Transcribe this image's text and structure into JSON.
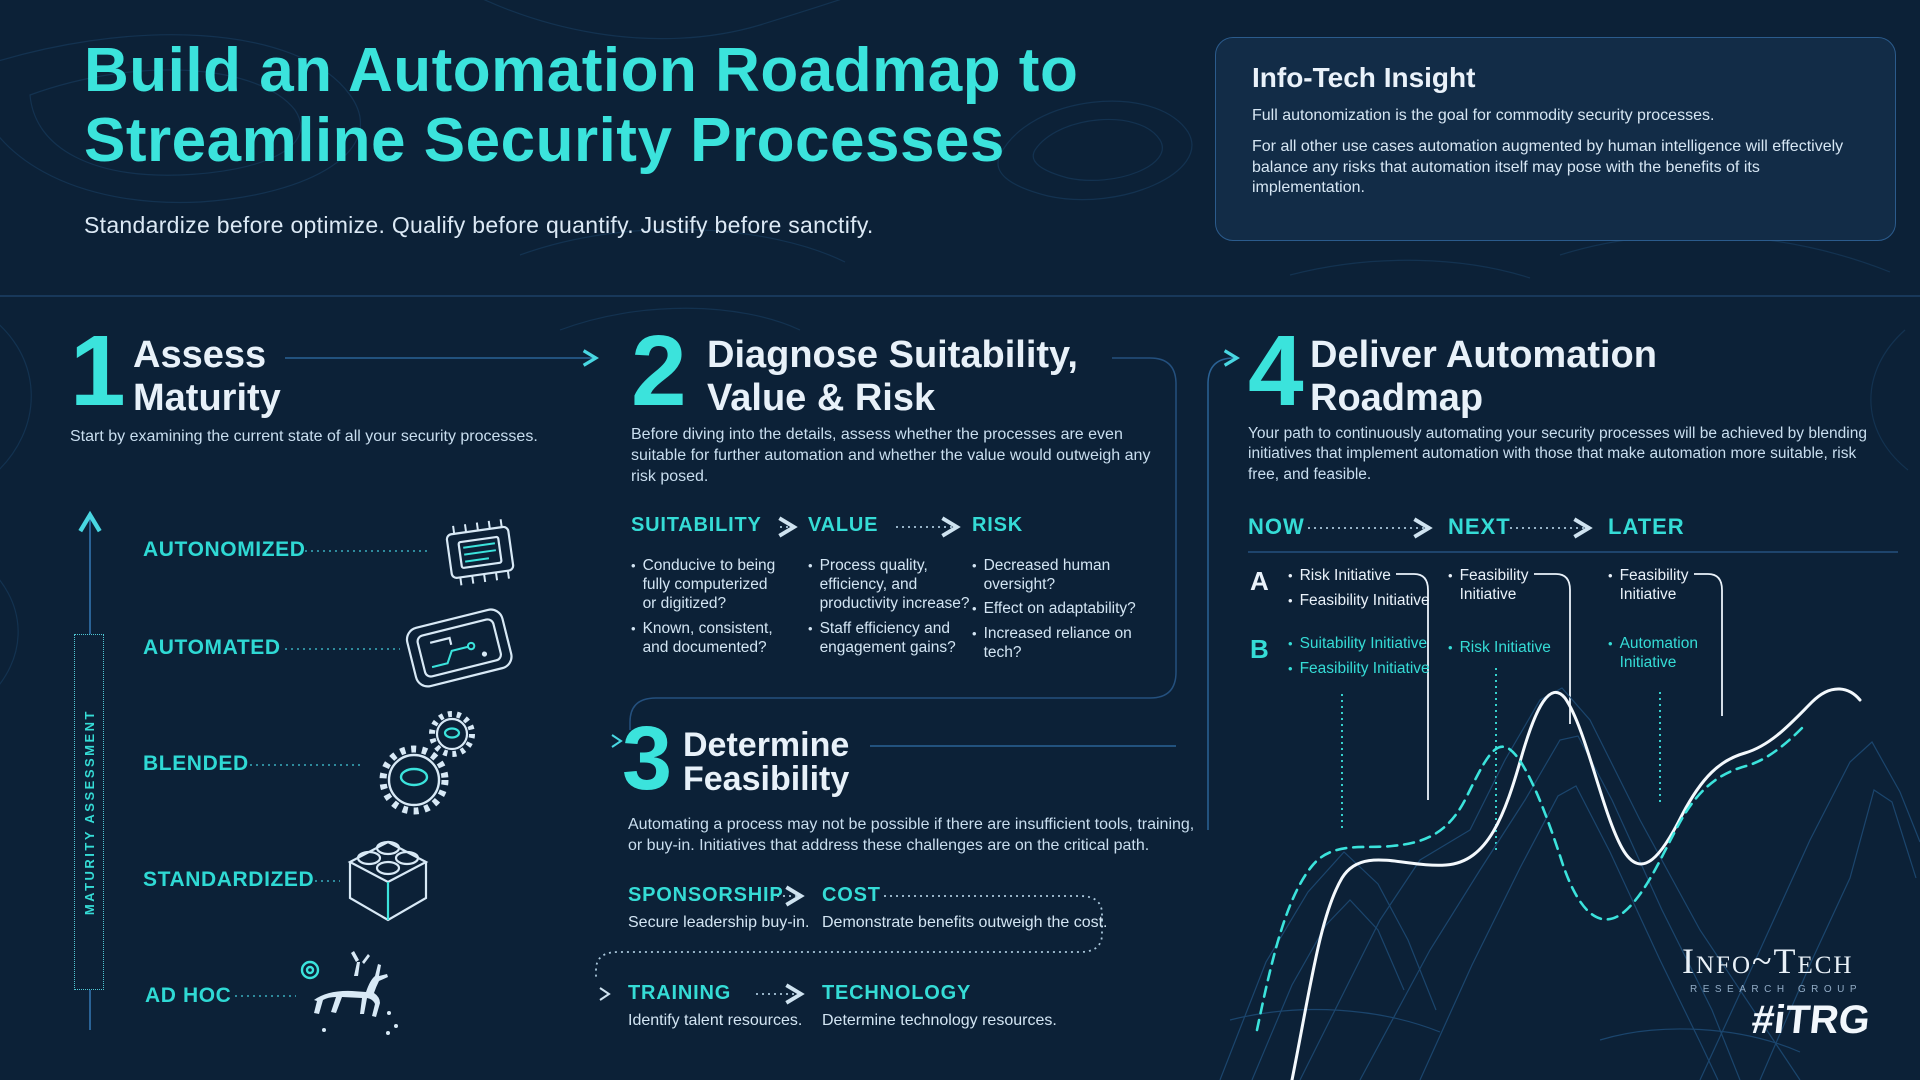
{
  "page": {
    "background": "#0C2137",
    "accent_cyan": "#3BE3DC",
    "line_blue": "#2A6295"
  },
  "header": {
    "title_line1": "Build an Automation Roadmap to",
    "title_line2": "Streamline Security Processes",
    "subtitle": "Standardize before optimize. Qualify before quantify.  Justify before sanctify.",
    "insight": {
      "title": "Info-Tech Insight",
      "p1": "Full autonomization is the goal for commodity security processes.",
      "p2": "For all other use cases automation augmented by human intelligence will effectively balance any risks that automation itself may pose with the benefits of its implementation."
    }
  },
  "step1": {
    "number": "1",
    "title_line1": "Assess",
    "title_line2": "Maturity",
    "description": "Start by examining the current state of all your security processes.",
    "axis_label": "MATURITY ASSESSMENT",
    "levels": [
      {
        "label": "AUTONOMIZED",
        "icon": "chip-icon"
      },
      {
        "label": "AUTOMATED",
        "icon": "circuit-board-icon"
      },
      {
        "label": "BLENDED",
        "icon": "gears-icon"
      },
      {
        "label": "STANDARDIZED",
        "icon": "brick-icon"
      },
      {
        "label": "AD HOC",
        "icon": "cave-painting-icon"
      }
    ]
  },
  "step2": {
    "number": "2",
    "title_line1": "Diagnose Suitability,",
    "title_line2": "Value & Risk",
    "description": "Before diving into the details, assess whether the processes are even suitable for further automation and whether the value would outweigh any risk posed.",
    "columns": [
      {
        "header": "SUITABILITY",
        "bullets": [
          "Conducive to being fully computerized or digitized?",
          "Known, consistent, and documented?"
        ]
      },
      {
        "header": "VALUE",
        "bullets": [
          "Process quality, efficiency, and productivity increase?",
          "Staff efficiency and engagement gains?"
        ]
      },
      {
        "header": "RISK",
        "bullets": [
          "Decreased human oversight?",
          "Effect on adaptability?",
          "Increased reliance on tech?"
        ]
      }
    ]
  },
  "step3": {
    "number": "3",
    "title_line1": "Determine",
    "title_line2": "Feasibility",
    "description": "Automating a process may not be possible if there are insufficient tools, training, or buy-in. Initiatives that address these challenges are on the critical path.",
    "factors": [
      {
        "header": "SPONSORSHIP",
        "text": "Secure leadership buy-in."
      },
      {
        "header": "COST",
        "text": "Demonstrate benefits outweigh the cost."
      },
      {
        "header": "TRAINING",
        "text": "Identify talent resources."
      },
      {
        "header": "TECHNOLOGY",
        "text": "Determine technology resources."
      }
    ]
  },
  "step4": {
    "number": "4",
    "title_line1": "Deliver Automation",
    "title_line2": "Roadmap",
    "description": "Your path to continuously automating your security processes will be achieved by blending initiatives that implement automation with those that make automation more suitable, risk free, and feasible.",
    "timeline": [
      "NOW",
      "NEXT",
      "LATER"
    ],
    "rows": [
      {
        "label": "A",
        "color": "#EAF2FA",
        "cells": [
          [
            "Risk Initiative",
            "Feasibility Initiative"
          ],
          [
            "Feasibility Initiative"
          ],
          [
            "Feasibility Initiative"
          ]
        ]
      },
      {
        "label": "B",
        "color": "#35DCD6",
        "cells": [
          [
            "Suitability Initiative",
            "Feasibility Initiative"
          ],
          [
            "Risk Initiative"
          ],
          [
            "Automation Initiative"
          ]
        ]
      }
    ]
  },
  "footer": {
    "logo_name": "Info~Tech",
    "logo_sub": "RESEARCH GROUP",
    "logo_tag": "#iTRG"
  }
}
